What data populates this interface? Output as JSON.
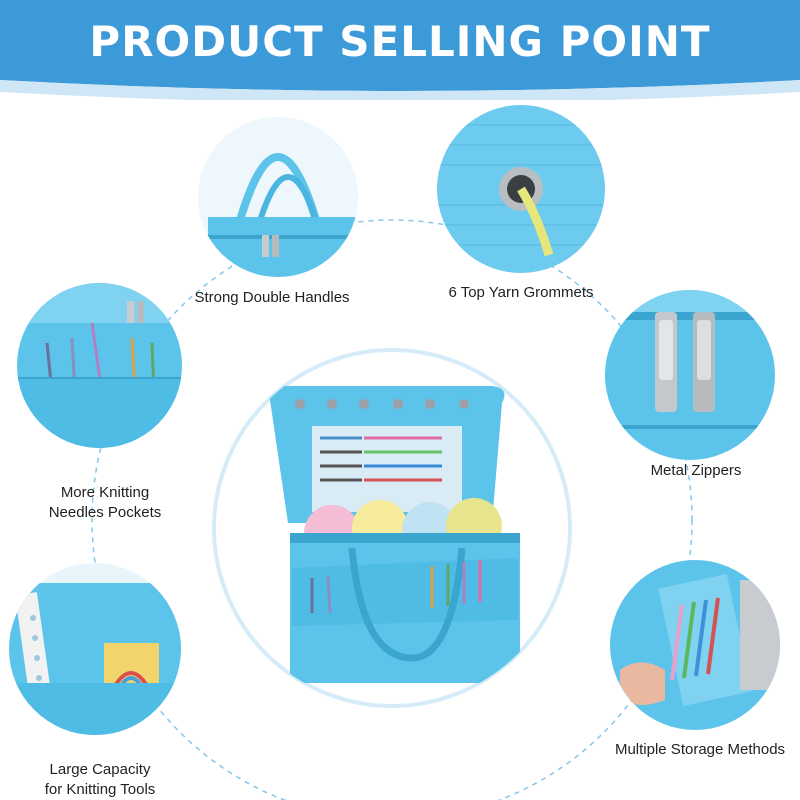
{
  "header": {
    "title": "PRODUCT SELLING POINT"
  },
  "features": [
    {
      "label": "Strong Double Handles"
    },
    {
      "label": "6 Top Yarn Grommets"
    },
    {
      "label": "More Knitting\nNeedles Pockets"
    },
    {
      "label": "Metal Zippers"
    },
    {
      "label": "Large Capacity\nfor Knitting Tools"
    },
    {
      "label": "Multiple Storage Methods"
    }
  ],
  "colors": {
    "banner": "#3d9ad8",
    "bag": "#5cc4ea",
    "bag_dark": "#3aa6cf",
    "ring": "#86c6ea",
    "caption": "#222222"
  }
}
